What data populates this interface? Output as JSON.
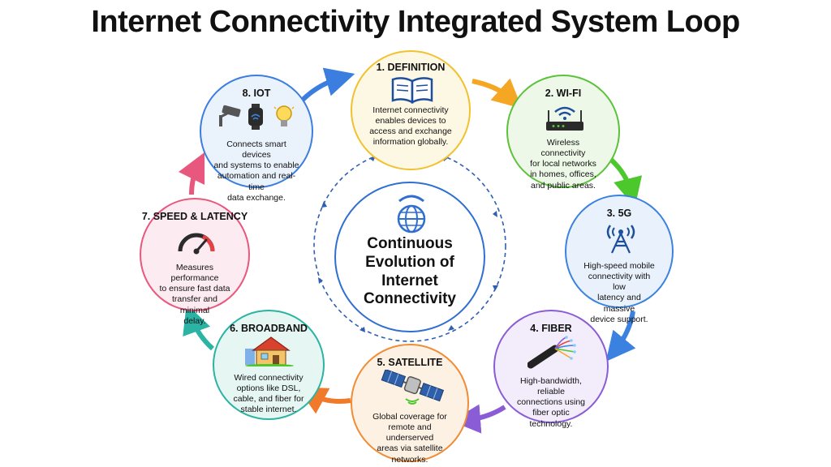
{
  "title": "Internet Connectivity Integrated System Loop",
  "center": {
    "lines": [
      "Continuous",
      "Evolution of",
      "Internet",
      "Connectivity"
    ],
    "icon": "globe-icon"
  },
  "nodes": [
    {
      "id": "definition",
      "title": "1. DEFINITION",
      "lines": [
        "Internet connectivity",
        "enables devices to",
        "access and exchange",
        "information globally."
      ],
      "icon": "open-book-icon",
      "color": "#f2c12e",
      "fill": "#fdf8e4"
    },
    {
      "id": "wifi",
      "title": "2. WI-FI",
      "lines": [
        "Wireless connectivity",
        "for local networks",
        "in homes, offices,",
        "and public areas."
      ],
      "icon": "router-icon",
      "color": "#5cc23c",
      "fill": "#eef8e8"
    },
    {
      "id": "5g",
      "title": "3. 5G",
      "lines": [
        "High-speed mobile",
        "connectivity with low",
        "latency and massive",
        "device support."
      ],
      "icon": "antenna-tower-icon",
      "color": "#3b82e0",
      "fill": "#e9f2fc"
    },
    {
      "id": "fiber",
      "title": "4. FIBER",
      "lines": [
        "High-bandwidth, reliable",
        "connections using",
        "fiber optic",
        "technology."
      ],
      "icon": "fiber-cable-icon",
      "color": "#8a5cd6",
      "fill": "#f2ecfb"
    },
    {
      "id": "satellite",
      "title": "5. SATELLITE",
      "lines": [
        "Global coverage for",
        "remote and underserved",
        "areas via satellite",
        "networks."
      ],
      "icon": "satellite-icon",
      "color": "#f08c35",
      "fill": "#fdf1e4"
    },
    {
      "id": "broadband",
      "title": "6. BROADBAND",
      "lines": [
        "Wired connectivity",
        "options like DSL,",
        "cable, and fiber for",
        "stable internet."
      ],
      "icon": "house-icon",
      "color": "#2bb3a4",
      "fill": "#e6f6f3"
    },
    {
      "id": "speed",
      "title": "7. SPEED & LATENCY",
      "lines": [
        "Measures performance",
        "to ensure fast data",
        "transfer and minimal",
        "delay."
      ],
      "icon": "speedometer-icon",
      "color": "#e8577d",
      "fill": "#fcebf0"
    },
    {
      "id": "iot",
      "title": "8. IOT",
      "lines": [
        "Connects smart devices",
        "and systems to enable",
        "automation and real-time",
        "data exchange."
      ],
      "icon": "smart-devices-icon",
      "color": "#3b7ee0",
      "fill": "#eaf2fc"
    }
  ]
}
